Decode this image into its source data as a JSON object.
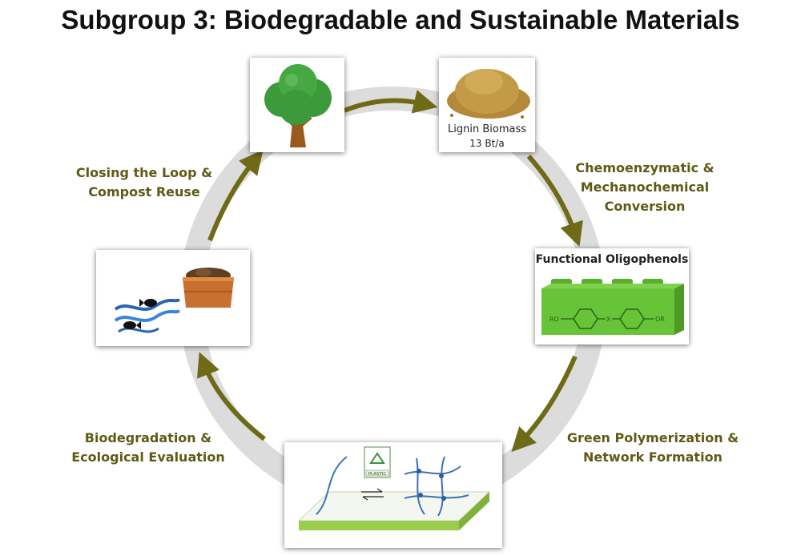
{
  "title": "Subgroup 3: Biodegradable and Sustainable Materials",
  "colors": {
    "arrow": "#6f6a17",
    "label": "#5f5a16",
    "ring": "#d9d9d9",
    "lego": "#67c337"
  },
  "stages": {
    "tree": {
      "icon": "tree-icon"
    },
    "lignin": {
      "name": "Lignin Biomass",
      "amount": "13 Bt/a",
      "icon": "lignin-powder-icon"
    },
    "oligophenols": {
      "name": "Functional Oligophenols",
      "icon": "lego-brick-icon",
      "left_group": "RO",
      "linker": "X",
      "right_group": "OR"
    },
    "polymer": {
      "recycle_label": "PLASTIC",
      "icon": "polymer-network-icon"
    },
    "compost": {
      "icons": [
        "compost-crate-icon",
        "fish-icon",
        "water-wave-icon"
      ]
    }
  },
  "steps": {
    "conversion": [
      "Chemoenzymatic &",
      "Mechanochemical",
      "Conversion"
    ],
    "polymerization": [
      "Green Polymerization &",
      "Network Formation"
    ],
    "biodegradation": [
      "Biodegradation &",
      "Ecological Evaluation"
    ],
    "closing": [
      "Closing the Loop &",
      "Compost Reuse"
    ]
  }
}
